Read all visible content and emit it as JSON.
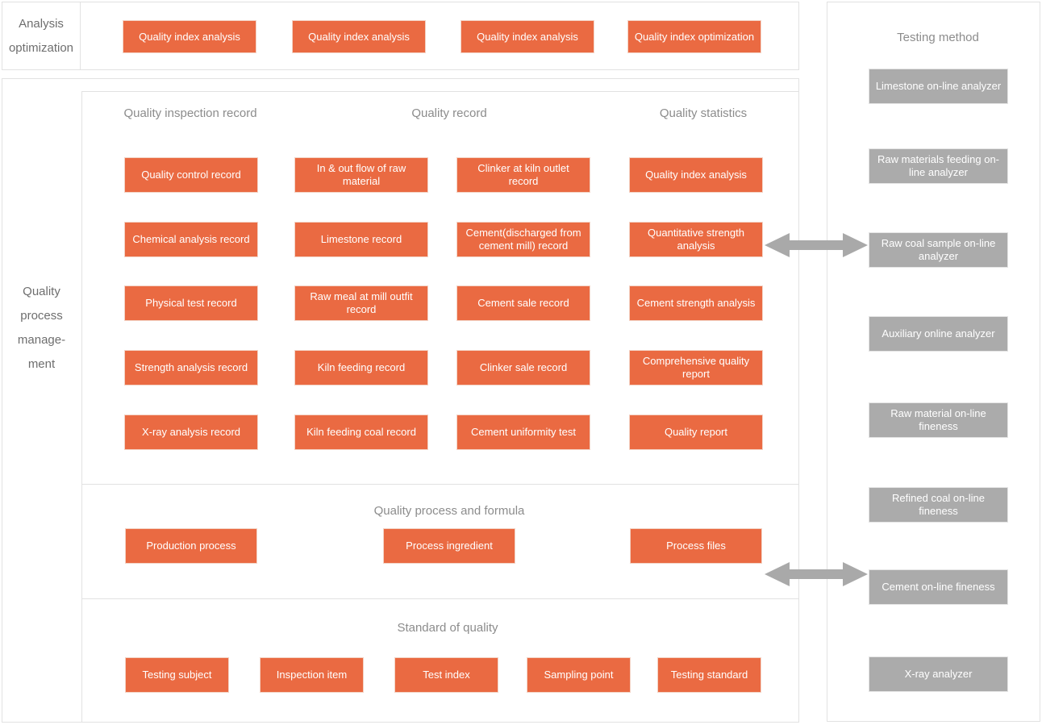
{
  "colors": {
    "accent_orange": "#ea6a42",
    "gray_button": "#ababab",
    "panel_border": "#e2e2e2",
    "heading_text": "#8c8c8c",
    "button_text": "#ffffff",
    "arrow_gray": "#a9a9a9"
  },
  "top": {
    "label": "Analysis optimization",
    "buttons": [
      "Quality index analysis",
      "Quality index analysis",
      "Quality index analysis",
      "Quality index optimization"
    ]
  },
  "qpm": {
    "label_lines": [
      "Quality",
      "process",
      "manage-",
      "ment"
    ],
    "records": {
      "headers": [
        "Quality inspection record",
        "Quality record",
        "Quality statistics"
      ],
      "rows": [
        [
          "Quality control record",
          "In & out flow of raw material",
          "Clinker at kiln outlet record",
          "Quality index analysis"
        ],
        [
          "Chemical analysis record",
          "Limestone record",
          "Cement(discharged from cement mill) record",
          "Quantitative strength analysis"
        ],
        [
          "Physical test record",
          "Raw meal at mill outfit record",
          "Cement sale record",
          "Cement strength analysis"
        ],
        [
          "Strength analysis record",
          "Kiln feeding record",
          "Clinker sale record",
          "Comprehensive quality report"
        ],
        [
          "X-ray analysis record",
          "Kiln feeding coal record",
          "Cement uniformity test",
          "Quality report"
        ]
      ]
    },
    "process": {
      "title": "Quality process and formula",
      "buttons": [
        "Production process",
        "Process ingredient",
        "Process files"
      ]
    },
    "standard": {
      "title": "Standard of quality",
      "buttons": [
        "Testing subject",
        "Inspection item",
        "Test index",
        "Sampling point",
        "Testing standard"
      ]
    }
  },
  "testing": {
    "title": "Testing method",
    "buttons": [
      "Limestone  on-line analyzer",
      "Raw materials feeding on-line analyzer",
      "Raw coal sample on-line analyzer",
      "Auxiliary online analyzer",
      "Raw material on-line fineness",
      "Refined coal on-line fineness",
      "Cement on-line fineness",
      "X-ray analyzer"
    ]
  }
}
